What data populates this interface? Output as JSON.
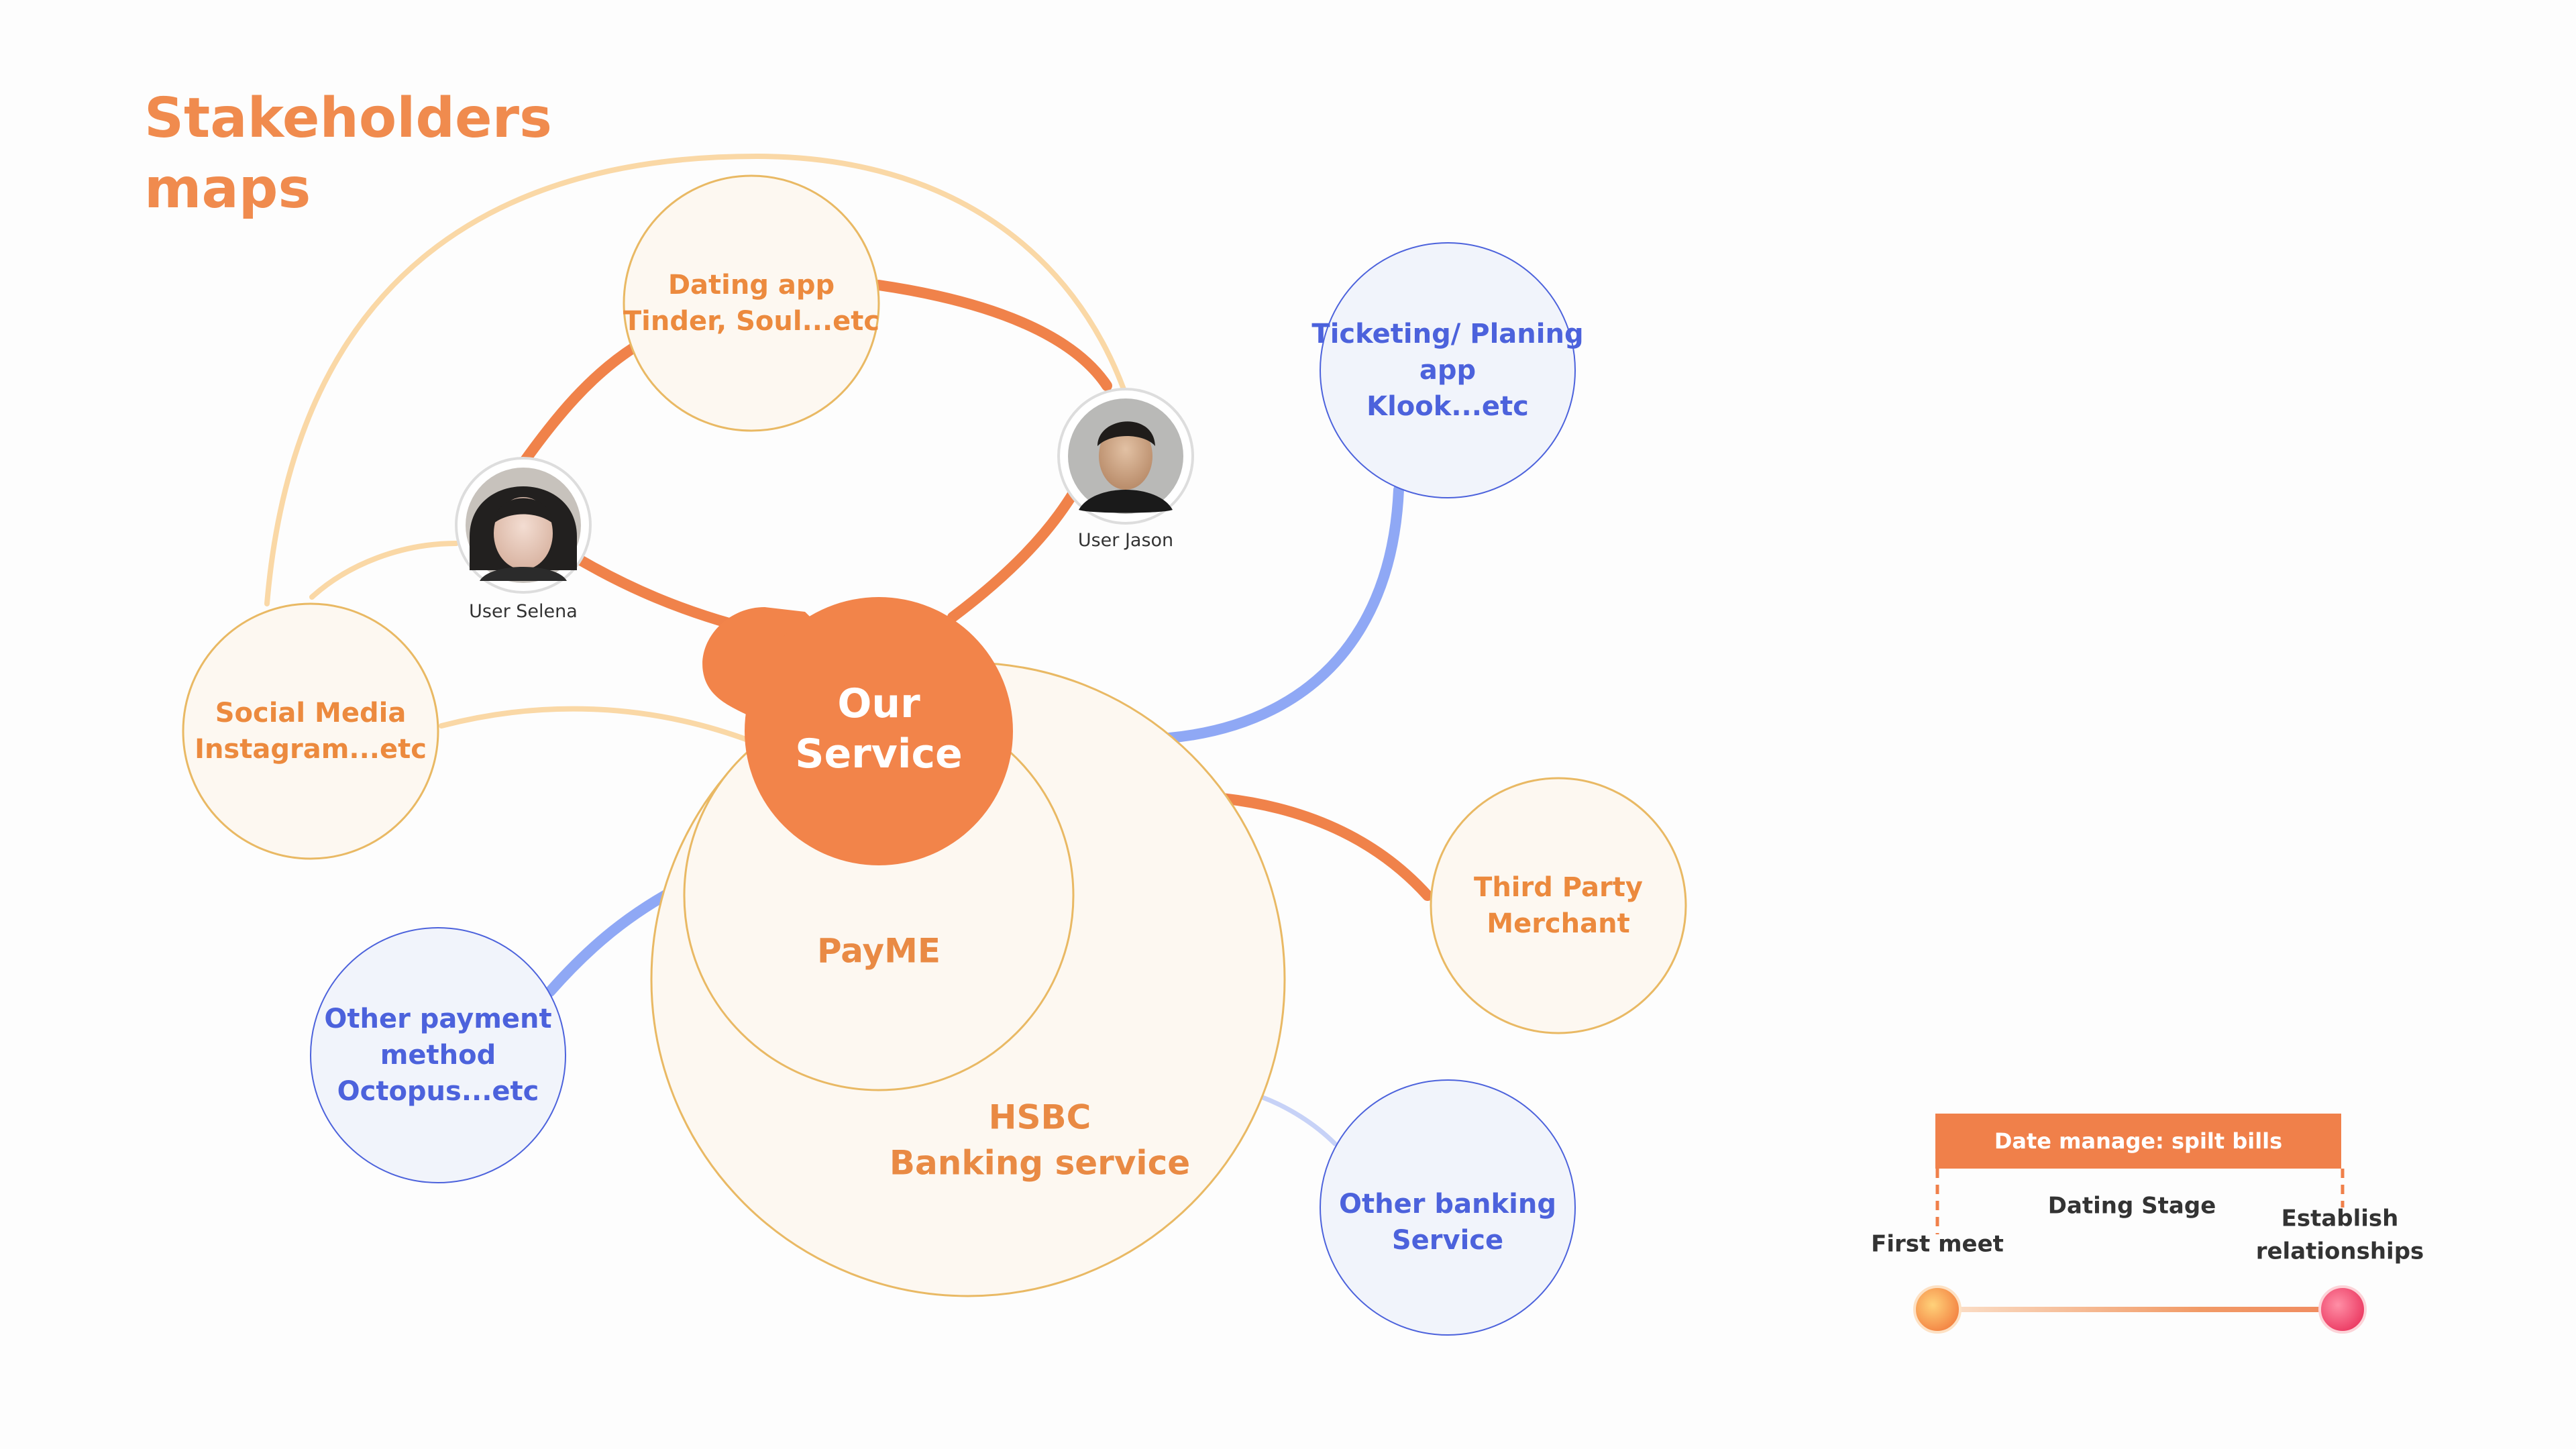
{
  "title": "Stakeholders\nmaps",
  "nodes": {
    "dating_app": "Dating app\nTinder, Soul...etc",
    "ticketing": "Ticketing/ Planing\napp\nKlook...etc",
    "social_media": "Social Media\nInstagram...etc",
    "our_service": "Our\nService",
    "payme": "PayME",
    "hsbc": "HSBC\nBanking service",
    "third_party": "Third Party\nMerchant",
    "other_payment": "Other payment\nmethod\nOctopus...etc",
    "other_banking": "Other banking\nService"
  },
  "users": {
    "selena": "User Selena",
    "jason": "User Jason"
  },
  "timeline": {
    "banner": "Date manage: spilt bills",
    "start": "First meet",
    "middle": "Dating Stage",
    "end": "Establish\nrelationships"
  },
  "colors": {
    "primary_orange": "#f2844a",
    "light_orange": "#fad8a6",
    "blue_link": "#8fa8f5",
    "node_fill": "#fdf8f1",
    "blue_node_fill": "#f1f4fb"
  }
}
